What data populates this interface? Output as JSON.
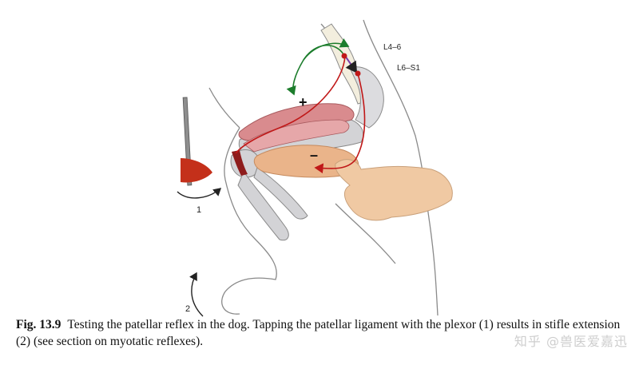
{
  "diagram": {
    "segment_labels": [
      "L4–6",
      "L6–S1"
    ],
    "signs": {
      "excitatory": "+",
      "inhibitory": "–"
    },
    "step_numbers": [
      "1",
      "2"
    ]
  },
  "caption": {
    "figure_number": "Fig. 13.9",
    "text": "Testing the patellar reflex in the dog. Tapping the patellar ligament with the plexor (1) results in stifle extension (2) (see section on myotatic reflexes)."
  },
  "watermark": {
    "text": "知乎 @兽医爱嘉迅"
  },
  "colors": {
    "quadriceps": "#d98b8e",
    "hamstring": "#eab48a",
    "bone": "#d3d3d6",
    "hand": "#f0c9a3",
    "reflex_arc_red": "#c01818",
    "reflex_arc_green": "#1c7d2c",
    "interneuron": "#7a3da6",
    "plexor_head": "#c4301a",
    "outline": "#8a8a8a"
  },
  "icons": [
    "plexor-hammer-icon",
    "curved-arrow-icon"
  ]
}
